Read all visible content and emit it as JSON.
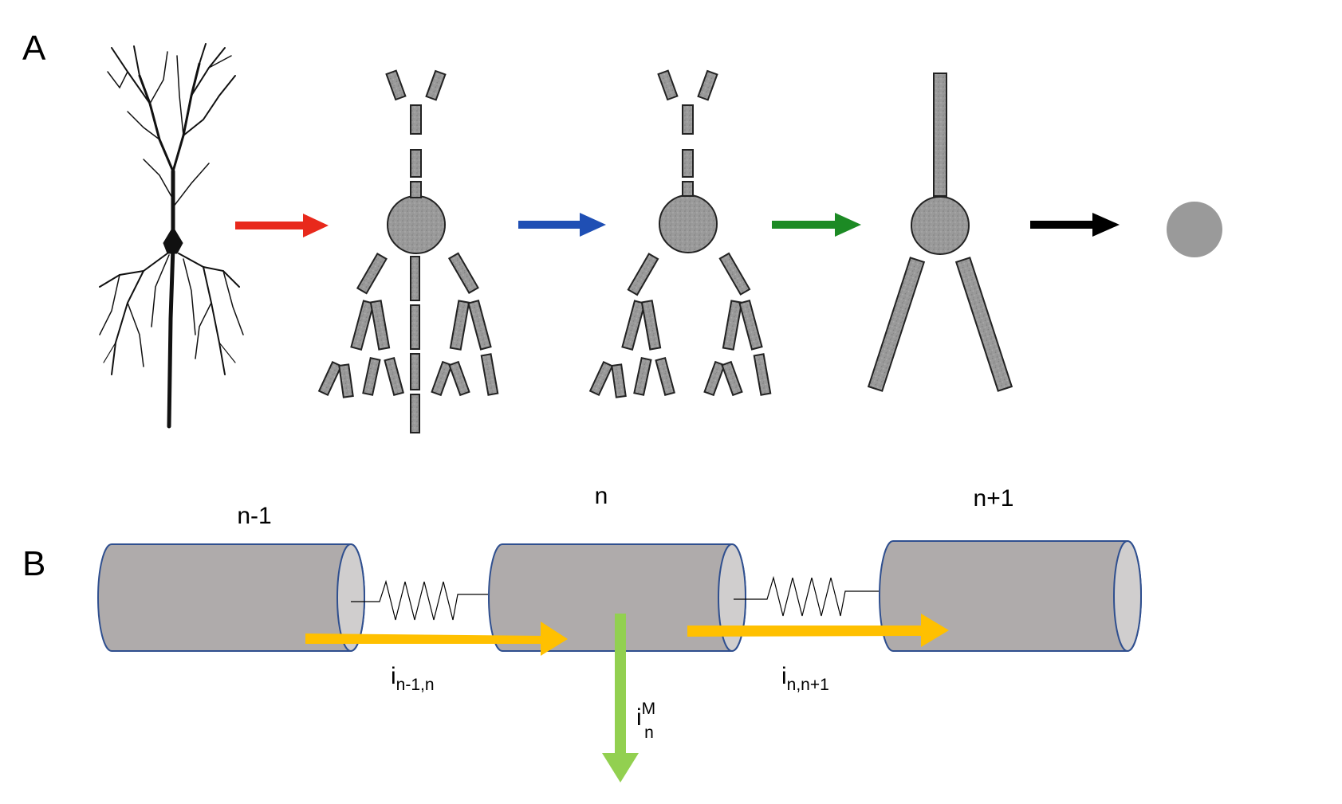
{
  "panels": {
    "a": {
      "letter": "A"
    },
    "b": {
      "letter": "B"
    }
  },
  "colors": {
    "arrow_1": "#e8291c",
    "arrow_2": "#1f4fb4",
    "arrow_3": "#1c8a24",
    "arrow_4": "#000000",
    "compartment_fill": "#afabab",
    "compartment_edge": "#2f4f8f",
    "axial_current": "#ffc000",
    "membrane_current": "#92d050",
    "neuron_fill": "#9a9a9a"
  },
  "compartments": {
    "left": {
      "label": "n-1"
    },
    "middle": {
      "label": "n"
    },
    "right": {
      "label": "n+1"
    }
  },
  "currents": {
    "left_axial": {
      "base": "i",
      "sub": "n-1,n"
    },
    "right_axial": {
      "base": "i",
      "sub": "n,n+1"
    },
    "membrane": {
      "base": "i",
      "sup": "M",
      "sub": "n"
    }
  }
}
